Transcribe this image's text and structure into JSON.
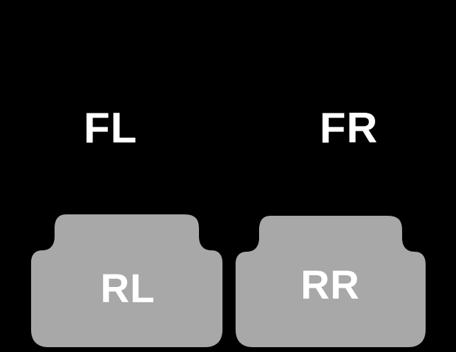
{
  "diagram": {
    "background_color": "#000000",
    "mat_color": "#a8a8a8",
    "label_color": "#ffffff",
    "front_left_label": "FL",
    "front_right_label": "FR",
    "rear_left_label": "RL",
    "rear_right_label": "RR"
  }
}
